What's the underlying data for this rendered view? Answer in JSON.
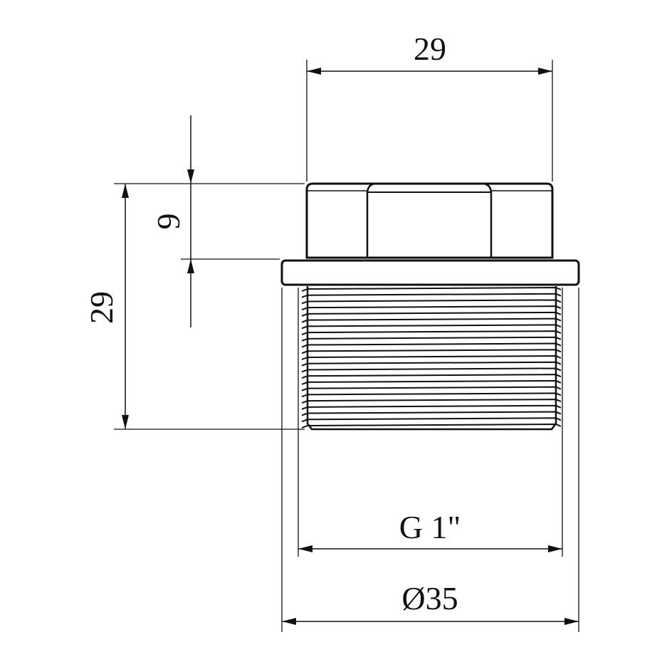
{
  "dimensions": {
    "hex_width": "29",
    "hex_height": "9",
    "total_height": "29",
    "thread": "G 1\"",
    "flange_diameter": "Ø35"
  }
}
